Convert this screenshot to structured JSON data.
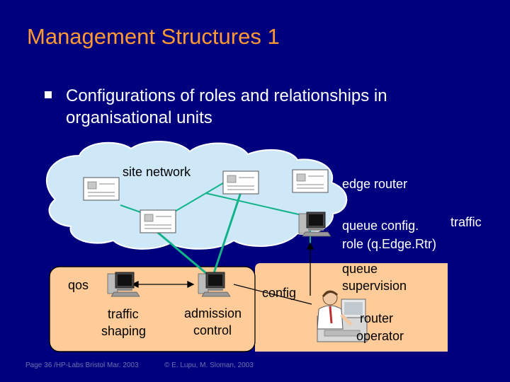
{
  "slide": {
    "title": "Management Structures 1",
    "bullet": "Configurations of roles and relationships in organisational units"
  },
  "diagram": {
    "site_network": "site network",
    "edge_router": "edge router",
    "traffic": "traffic",
    "queue_config_1": "queue config.",
    "queue_config_2": "role (q.Edge.Rtr)",
    "queue_supervision_1": "queue",
    "queue_supervision_2": "supervision",
    "config": "config",
    "qos": "qos",
    "traffic_shaping_1": "traffic",
    "traffic_shaping_2": "shaping",
    "admission_control_1": "admission",
    "admission_control_2": "control",
    "router_operator_1": "router",
    "router_operator_2": "operator"
  },
  "footer": {
    "left": "Page 36 /HP-Labs Bristol Mar. 2003",
    "right": "© E. Lupu, M. Sloman, 2003"
  },
  "colors": {
    "background": "#00007e",
    "title": "#ff9933",
    "cloud": "#cfe8f8",
    "unit_box": "#ffcc99",
    "link_green": "#13b38a"
  }
}
